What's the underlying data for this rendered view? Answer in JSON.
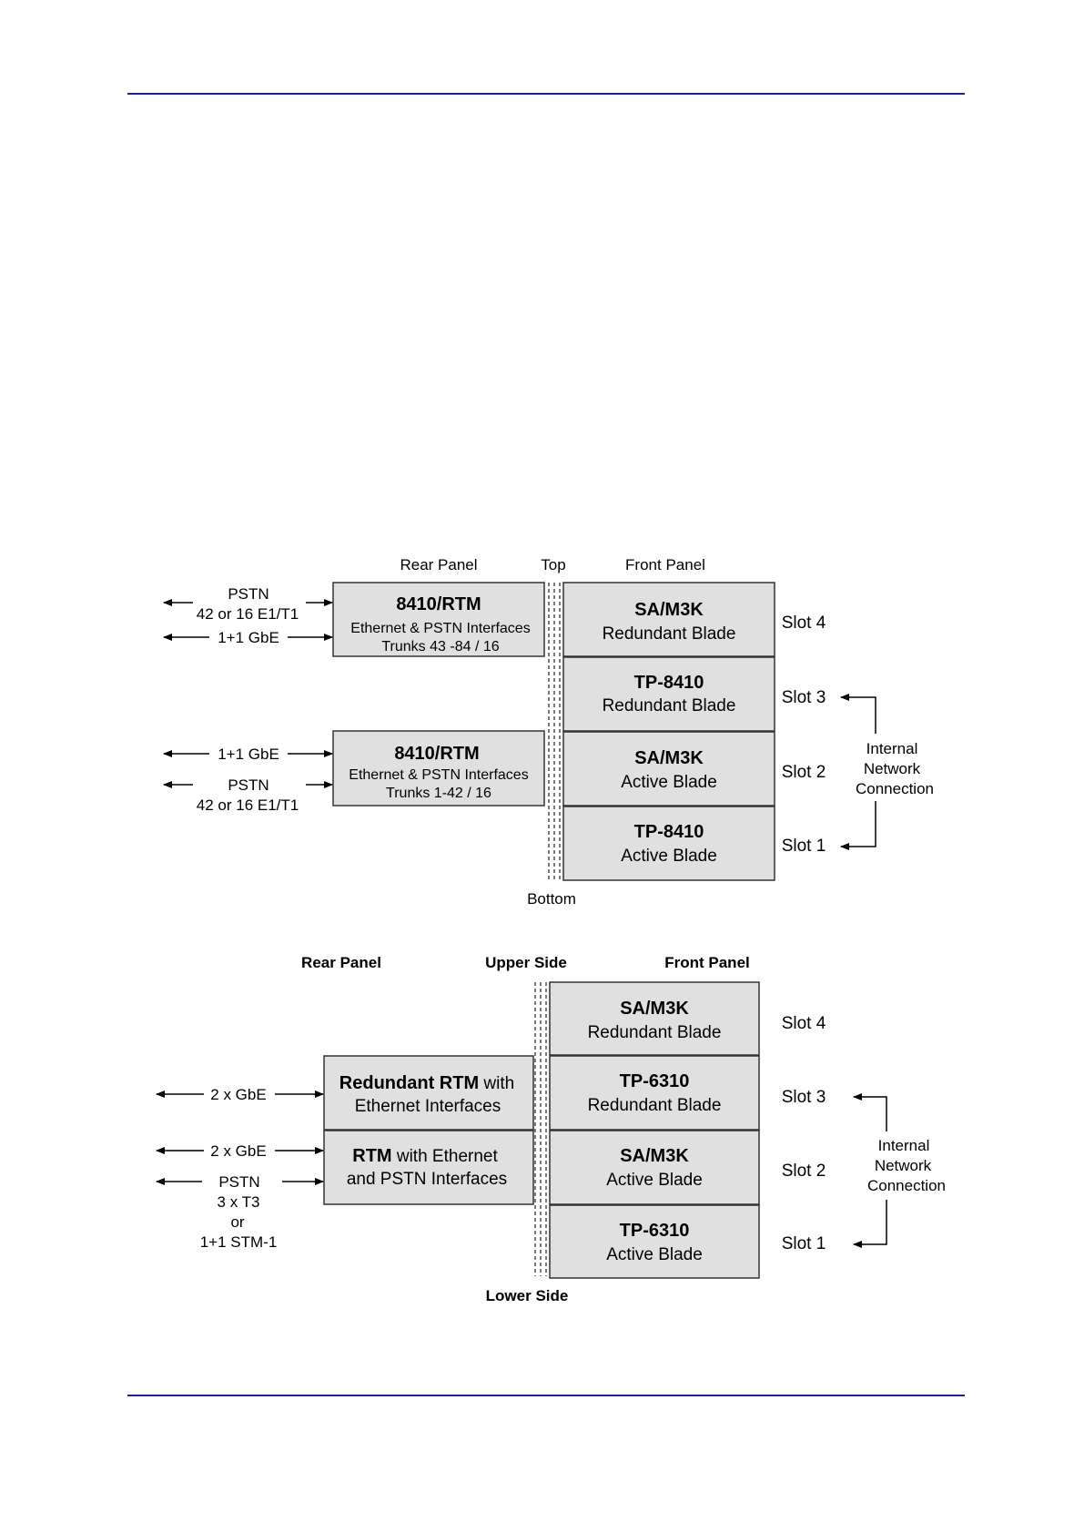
{
  "diagram1": {
    "header": {
      "rear": "Rear Panel",
      "top": "Top",
      "front": "Front Panel",
      "bottom": "Bottom"
    },
    "rtm_upper": {
      "title": "8410/RTM",
      "line1": "Ethernet & PSTN Interfaces",
      "line2": "Trunks 43 -84 / 16"
    },
    "rtm_lower": {
      "title": "8410/RTM",
      "line1": "Ethernet & PSTN Interfaces",
      "line2": "Trunks 1-42 / 16"
    },
    "links_upper": {
      "pstn": "PSTN",
      "e1t1": "42 or 16 E1/T1",
      "gbe": "1+1 GbE"
    },
    "links_lower": {
      "gbe": "1+1 GbE",
      "pstn": "PSTN",
      "e1t1": "42 or 16 E1/T1"
    },
    "blades": [
      {
        "title": "SA/M3K",
        "subtitle": "Redundant Blade",
        "slot": "Slot 4"
      },
      {
        "title": "TP-8410",
        "subtitle": "Redundant Blade",
        "slot": "Slot 3"
      },
      {
        "title": "SA/M3K",
        "subtitle": "Active Blade",
        "slot": "Slot 2"
      },
      {
        "title": "TP-8410",
        "subtitle": "Active Blade",
        "slot": "Slot 1"
      }
    ],
    "internal": {
      "line1": "Internal",
      "line2": "Network",
      "line3": "Connection"
    }
  },
  "diagram2": {
    "header": {
      "rear": "Rear Panel",
      "top": "Upper Side",
      "front": "Front Panel",
      "bottom": "Lower Side"
    },
    "rtm_upper": {
      "title": "Redundant RTM",
      "title_suffix": " with",
      "line1": "Ethernet Interfaces"
    },
    "rtm_lower": {
      "title": "RTM",
      "title_suffix": " with Ethernet",
      "line1": "and PSTN Interfaces"
    },
    "links_upper": {
      "gbe": "2 x GbE"
    },
    "links_lower": {
      "gbe": "2 x GbE",
      "pstn": "PSTN",
      "t3": "3 x T3",
      "or": "or",
      "stm": "1+1 STM-1"
    },
    "blades": [
      {
        "title": "SA/M3K",
        "subtitle": "Redundant Blade",
        "slot": "Slot 4"
      },
      {
        "title": "TP-6310",
        "subtitle": "Redundant Blade",
        "slot": "Slot 3"
      },
      {
        "title": "SA/M3K",
        "subtitle": "Active Blade",
        "slot": "Slot 2"
      },
      {
        "title": "TP-6310",
        "subtitle": "Active Blade",
        "slot": "Slot 1"
      }
    ],
    "internal": {
      "line1": "Internal",
      "line2": "Network",
      "line3": "Connection"
    }
  }
}
